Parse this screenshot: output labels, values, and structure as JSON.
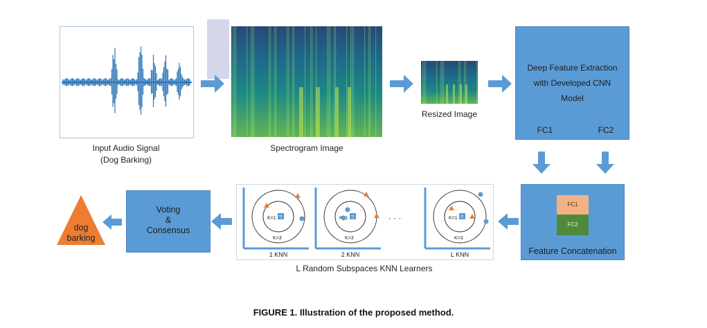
{
  "input": {
    "label_line1": "Input Audio Signal",
    "label_line2": "(Dog Barking)"
  },
  "spectrogram": {
    "label": "Spectrogram Image"
  },
  "resized": {
    "label": "Resized Image"
  },
  "cnn": {
    "line1": "Deep Feature Extraction",
    "line2": "with Developed CNN",
    "line3": "Model",
    "fc1": "FC1",
    "fc2": "FC2"
  },
  "concat": {
    "fc1": "FC1",
    "fc2": "FC2",
    "label": "Feature Concatenation"
  },
  "knn": {
    "panels": [
      {
        "label": "1 KNN",
        "k1": "K=1",
        "k3": "K=3",
        "q": "?"
      },
      {
        "label": "2 KNN",
        "k1": "K=1",
        "k3": "K=3",
        "q": "?"
      },
      {
        "label": "L KNN",
        "k1": "K=1",
        "k3": "K=3",
        "q": "?"
      }
    ],
    "ellipsis": "· · ·",
    "caption": "L  Random Subspaces KNN Learners"
  },
  "voting": {
    "line1": "Voting",
    "line2": "&",
    "line3": "Consensus"
  },
  "output": {
    "line1": "dog",
    "line2": "barking"
  },
  "figure_caption": "FIGURE 1.  Illustration of the proposed method.",
  "colors": {
    "box_blue": "#5b9bd5",
    "arrow_blue": "#5b9bd5",
    "fc1_peach": "#f4b183",
    "fc2_green": "#4e8a3a",
    "triangle_orange": "#ed7d31",
    "waveform": "#2e75b6"
  }
}
